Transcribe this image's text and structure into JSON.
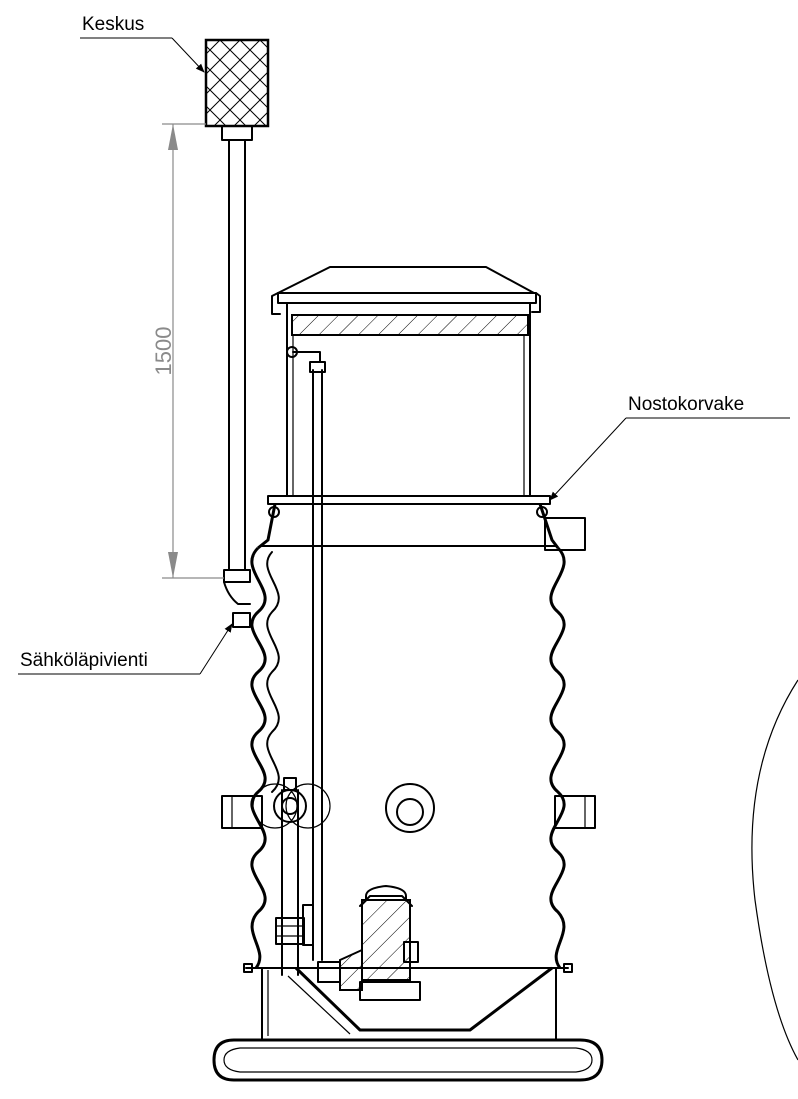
{
  "labels": {
    "keskus": "Keskus",
    "nostokorvake": "Nostokorvake",
    "sahkolapivienti": "Sähköläpivienti"
  },
  "dimension": {
    "value": "1500"
  },
  "colors": {
    "line": "#000000",
    "dimension": "#8a8a8a",
    "background": "#ffffff"
  }
}
